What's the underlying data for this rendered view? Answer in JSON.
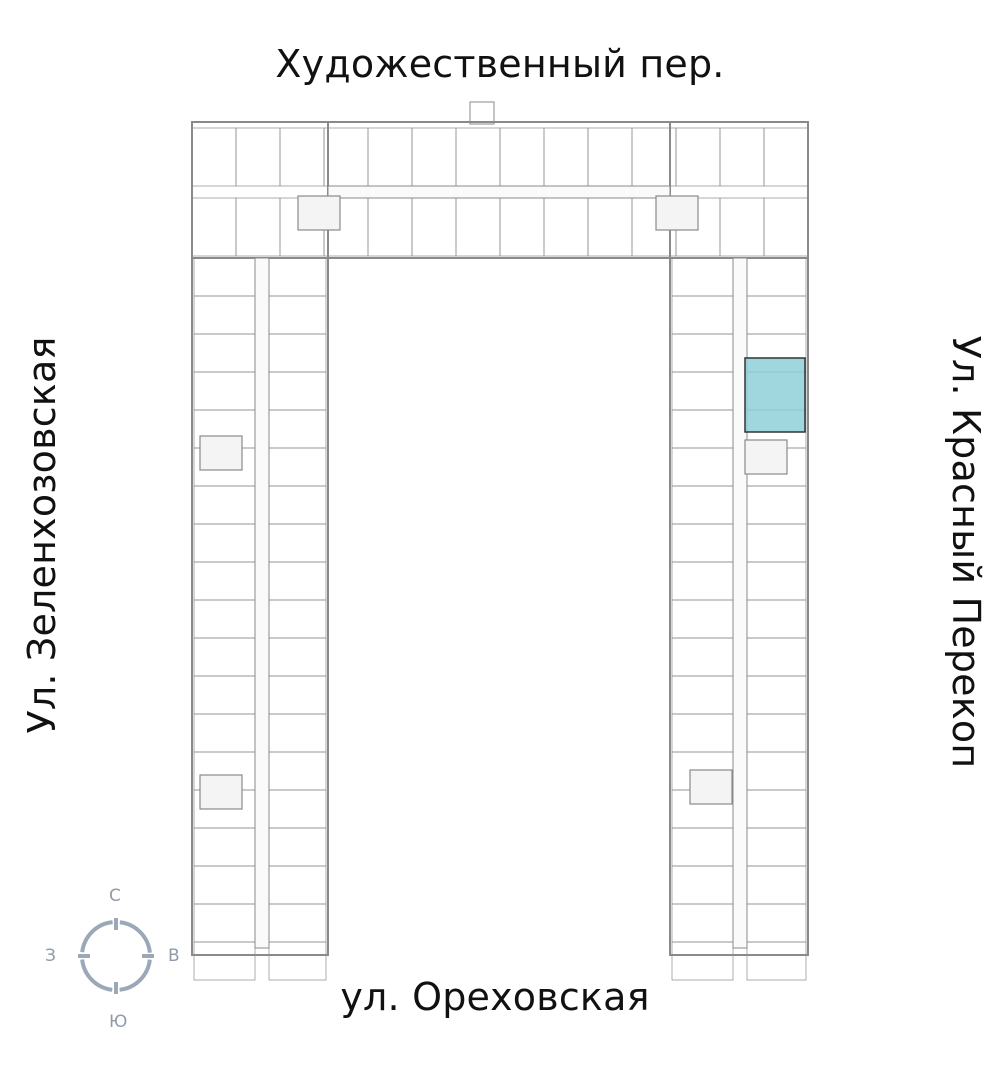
{
  "streets": {
    "north": "Художественный пер.",
    "south": "ул. Ореховская",
    "west": "Ул. Зеленхозовская",
    "east": "Ул. Красный Перекоп"
  },
  "compass": {
    "north": "С",
    "south": "Ю",
    "west": "З",
    "east": "В",
    "color": "#9aa8b8"
  },
  "plan": {
    "wall_color": "#8a8a8a",
    "highlight_color": "#8fd0d8",
    "highlighted_apartment": "selected-apartment"
  }
}
